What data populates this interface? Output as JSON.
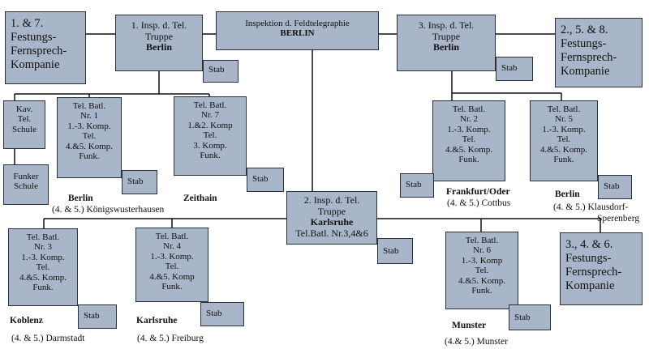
{
  "colors": {
    "box_fill": "#a9b5c9",
    "box_border": "#2b2f3a",
    "line": "#111111"
  },
  "boxes": {
    "festungs_1_7": [
      "1. & 7.",
      "Festungs-",
      "Fernsprech-",
      "Kompanie"
    ],
    "insp1": {
      "lines": [
        "1. Insp. d. Tel.",
        "Truppe"
      ],
      "bold": "Berlin"
    },
    "insp_main": {
      "line": "Inspektion d. Feldtelegraphie",
      "bold": "BERLIN"
    },
    "insp3": {
      "lines": [
        "3. Insp. d.  Tel.",
        "Truppe"
      ],
      "bold": "Berlin"
    },
    "festungs_2_5_8": [
      "2., 5. & 8.",
      "Festungs-",
      "Fernsprech-",
      "Kompanie"
    ],
    "kav": [
      "Kav.",
      "Tel.",
      "Schule"
    ],
    "funker": [
      "Funker",
      "Schule"
    ],
    "batl1": [
      "Tel. Batl.",
      "Nr. 1",
      "1.-3. Komp.",
      "Tel.",
      "4.&5. Komp.",
      "Funk."
    ],
    "batl7": [
      "Tel. Batl.",
      "Nr. 7",
      "1.&2. Komp",
      "Tel.",
      "3. Komp.",
      "Funk."
    ],
    "batl2": [
      "Tel. Batl.",
      "Nr. 2",
      "1.-3. Komp.",
      "Tel.",
      "4.&5. Komp.",
      "Funk."
    ],
    "batl5": [
      "Tel. Batl.",
      "Nr. 5",
      "1.-3. Komp.",
      "Tel.",
      "4.&5. Komp.",
      "Funk."
    ],
    "insp2": {
      "lines": [
        "2. Insp. d. Tel.",
        "Truppe"
      ],
      "bold": "Karlsruhe",
      "sub": "Tel.Batl. Nr.3,4&6"
    },
    "batl3": [
      "Tel. Batl.",
      "Nr. 3",
      "1.-3. Komp.",
      "Tel.",
      "4.&5. Komp.",
      "Funk."
    ],
    "batl4": [
      "Tel. Batl.",
      "Nr. 4",
      "1.-3. Komp.",
      "Tel.",
      "4.&5. Komp",
      "Funk."
    ],
    "batl6": [
      "Tel. Batl.",
      "Nr. 6",
      "1.-3. Komp",
      "Tel.",
      "4.&5. Komp.",
      "Funk."
    ],
    "festungs_3_4_6": [
      "3., 4. & 6.",
      "Festungs-",
      "Fernsprech-",
      "Kompanie"
    ]
  },
  "stab_label": "Stab",
  "locations": {
    "berlin1": {
      "name": "Berlin",
      "sub": "(4. & 5.) Königswusterhausen"
    },
    "zeithain": {
      "name": "Zeithain"
    },
    "frankfurt": {
      "name": "Frankfurt/Oder",
      "sub": "(4. & 5.) Cottbus"
    },
    "berlin5": {
      "name": "Berlin",
      "sub": "(4. & 5.) Klausdorf-",
      "sub2": "Sperenberg"
    },
    "koblenz": {
      "name": "Koblenz",
      "sub": "(4. & 5.) Darmstadt"
    },
    "karlsruhe": {
      "name": "Karlsruhe",
      "sub": "(4. & 5.) Freiburg"
    },
    "munster": {
      "name": "Munster",
      "sub": "(4.& 5.) Munster"
    }
  }
}
